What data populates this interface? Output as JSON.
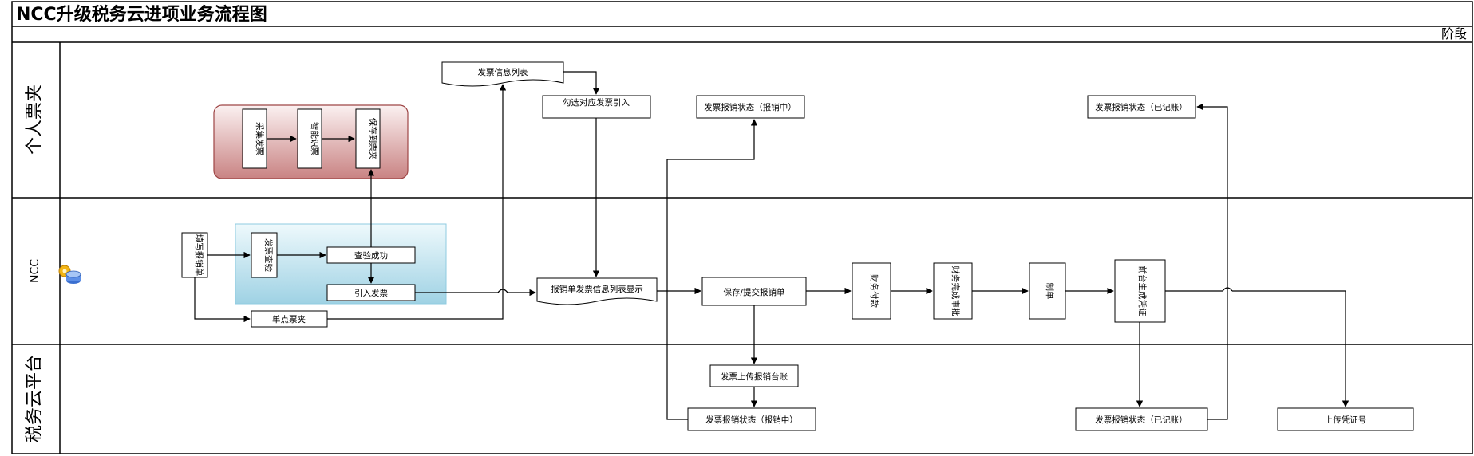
{
  "title": "NCC升级税务云进项业务流程图",
  "stage_label": "阶段",
  "lanes": [
    {
      "id": "personal",
      "label": "个人票夹"
    },
    {
      "id": "ncc",
      "label": "NCC"
    },
    {
      "id": "tax",
      "label": "税务云平台"
    }
  ],
  "nodes": {
    "collect": "采集发票",
    "smart_fill": "智能识票",
    "save_to_folder": "保存到票夹",
    "fill_form": "填写报销单",
    "invoice_check": "发票查验",
    "check_ok": "查验成功",
    "import_invoice": "引入发票",
    "single_folder": "单点票夹",
    "invoice_list": "发票信息列表",
    "select_import": "勾选对应发票引入",
    "reim_list": "报销单发票信息列表显示",
    "save_submit": "保存/提交报销单",
    "finance_pay": "财务付款",
    "finance_audit": "财务完成审批",
    "make_voucher": "制单",
    "gen_voucher": "前台生成凭证",
    "status_reim_personal": "发票报销状态（报销中）",
    "status_booked_personal": "发票报销状态（已记账）",
    "upload_reim": "发票上传报销台账",
    "status_reim_tax": "发票报销状态（报销中）",
    "status_booked_tax": "发票报销状态（已记账）",
    "upload_voucher_no": "上传凭证号"
  },
  "colors": {
    "line": "#000000",
    "personal_group_top": "#f8eaea",
    "personal_group_bottom": "#c98a8a",
    "personal_group_border": "#a34a4a",
    "ncc_group_top": "#e8f6fa",
    "ncc_group_bottom": "#a7d6e6",
    "ncc_group_border": "#7fc3d8"
  },
  "icons": [
    "gear-database-icon"
  ]
}
